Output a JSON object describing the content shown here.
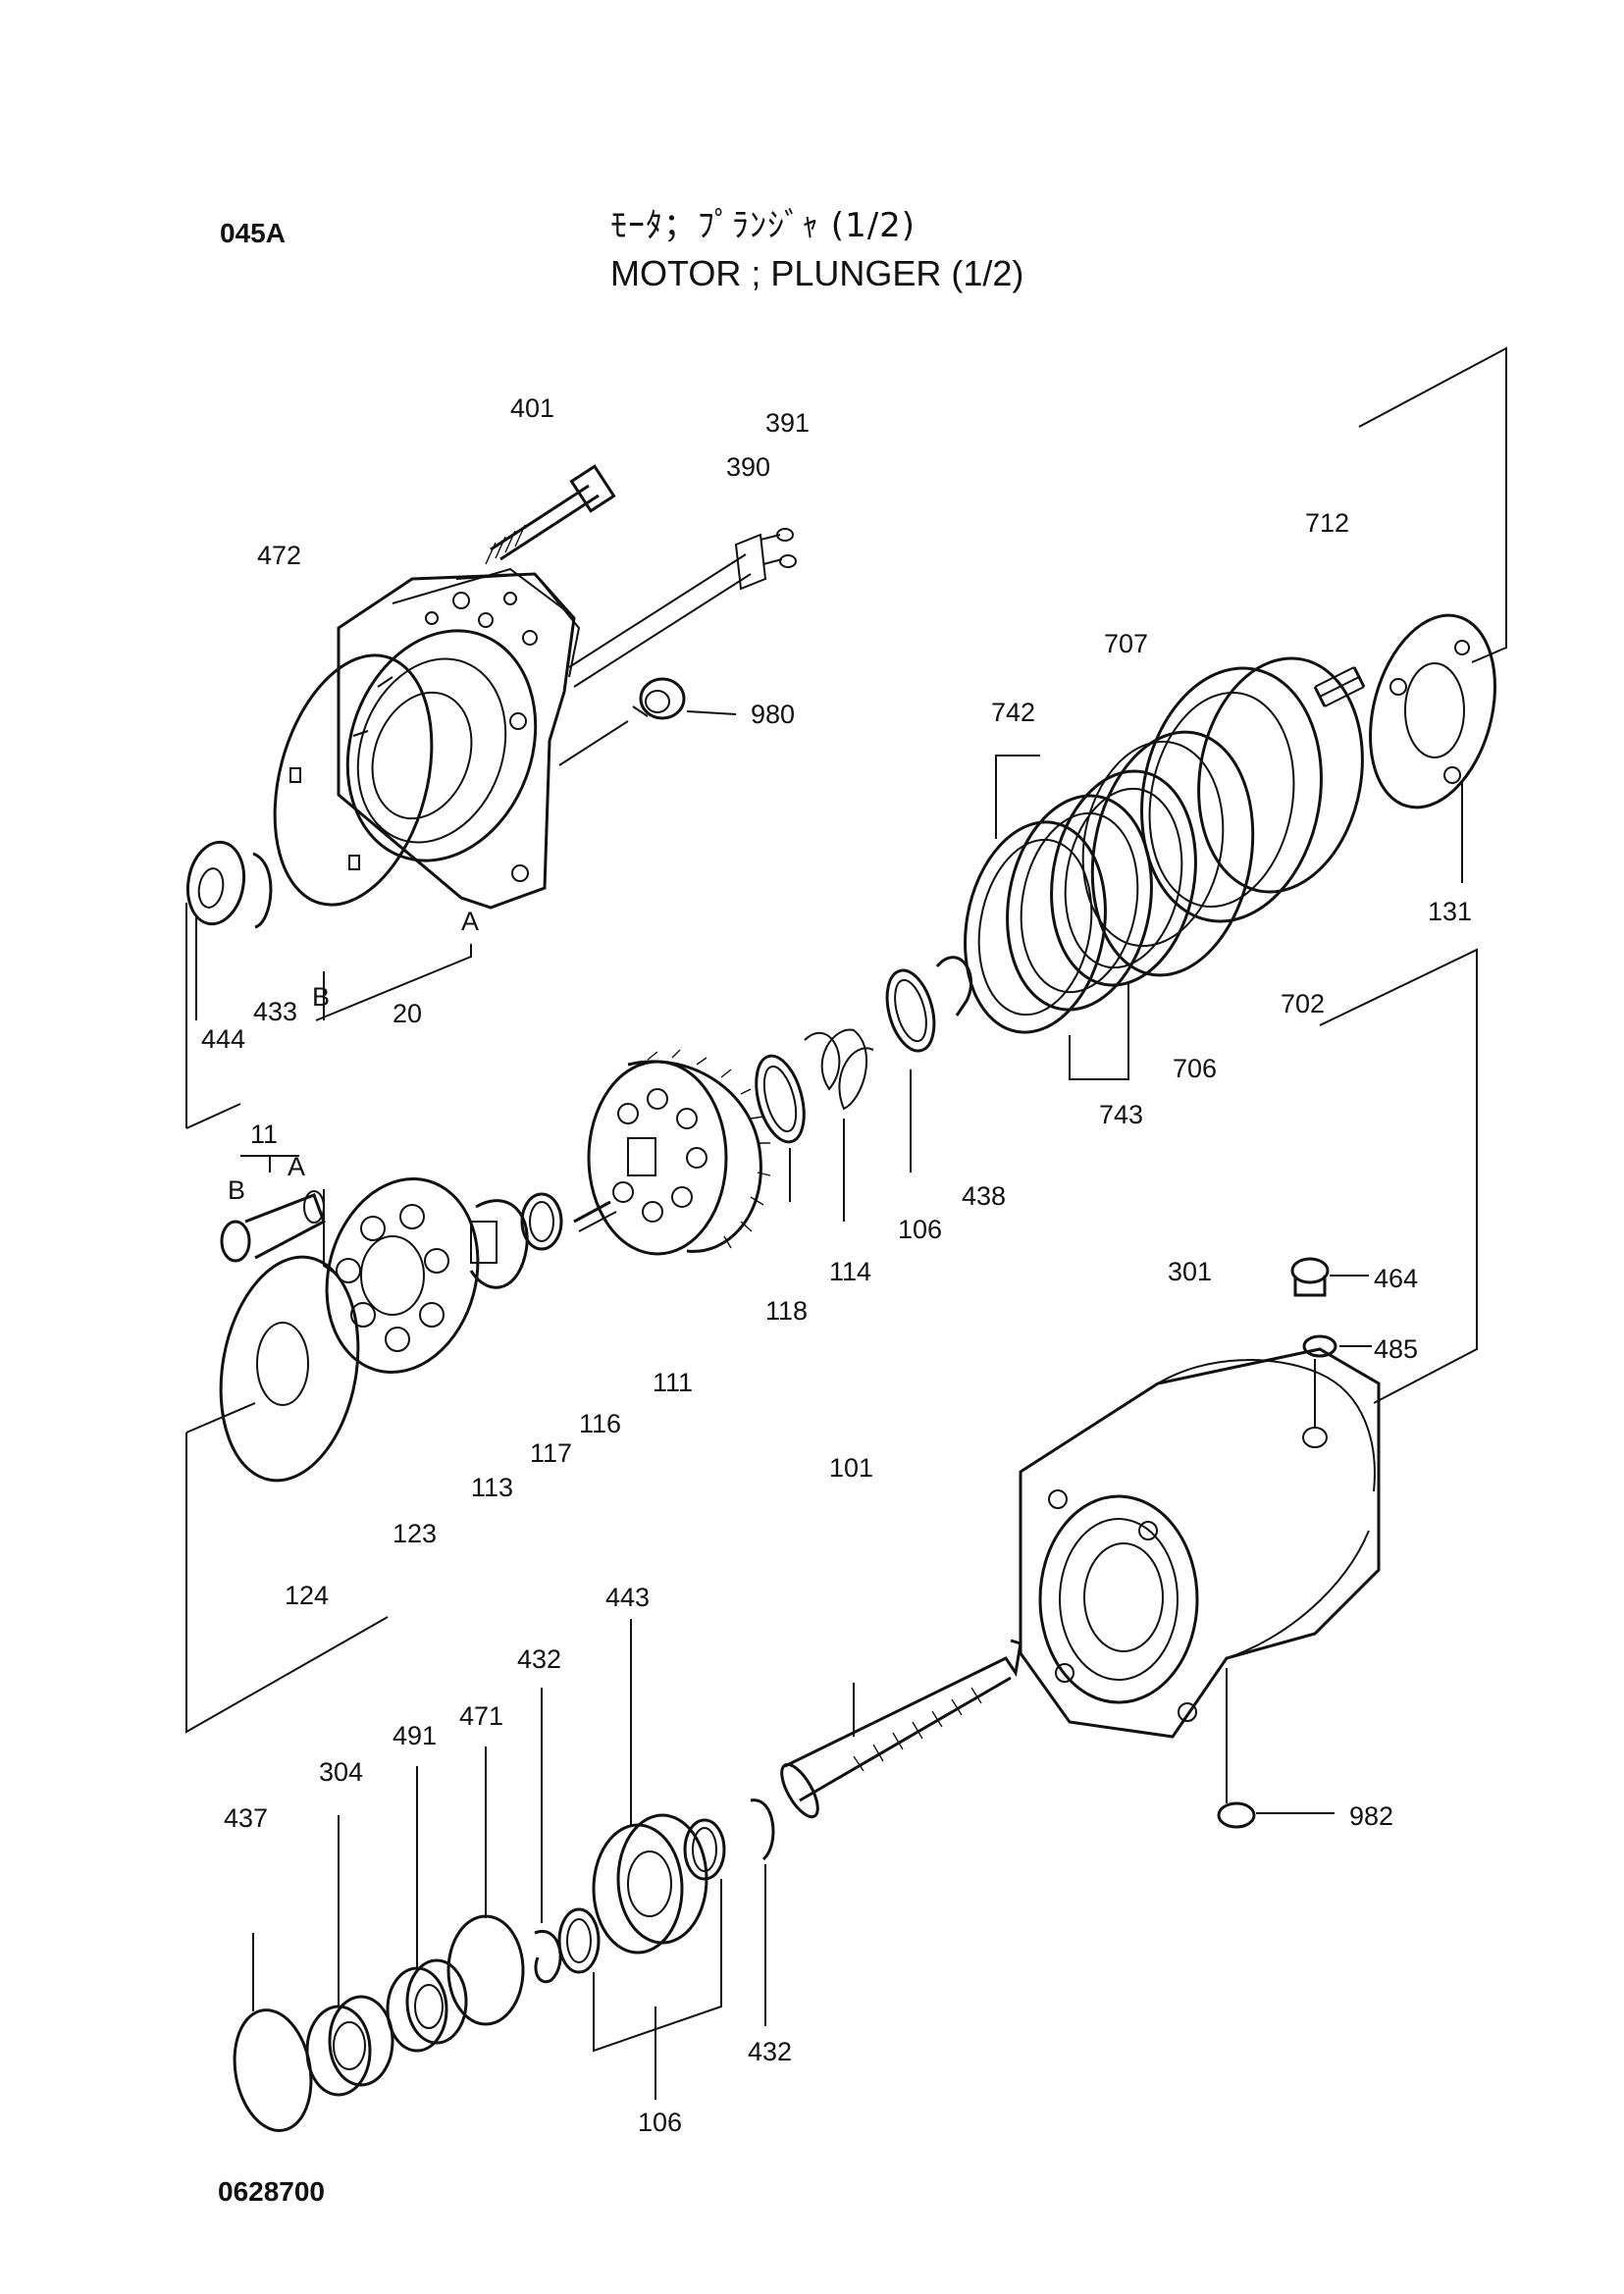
{
  "header": {
    "code": "045A",
    "title_jp": "ﾓｰﾀ；ﾌﾟﾗﾝｼﾞｬ (1/2)",
    "title_en": "MOTOR ; PLUNGER (1/2)"
  },
  "footer": {
    "drawing_number": "0628700"
  },
  "callouts": {
    "c401": "401",
    "c391": "391",
    "c390": "390",
    "c472": "472",
    "c980": "980",
    "c712": "712",
    "c707": "707",
    "c742": "742",
    "c131": "131",
    "c702": "702",
    "c706": "706",
    "c743": "743",
    "c438": "438",
    "c106a": "106",
    "c114": "114",
    "c118": "118",
    "c111": "111",
    "c116": "116",
    "c117": "117",
    "c113": "113",
    "c123": "123",
    "c124": "124",
    "c444": "444",
    "c433": "433",
    "c20": "20",
    "cB1": "B",
    "cA1": "A",
    "c11": "11",
    "cB2": "B",
    "cA2": "A",
    "c301": "301",
    "c464": "464",
    "c485": "485",
    "c101": "101",
    "c982": "982",
    "c443": "443",
    "c432a": "432",
    "c471": "471",
    "c491": "491",
    "c304": "304",
    "c437": "437",
    "c432b": "432",
    "c106b": "106"
  }
}
